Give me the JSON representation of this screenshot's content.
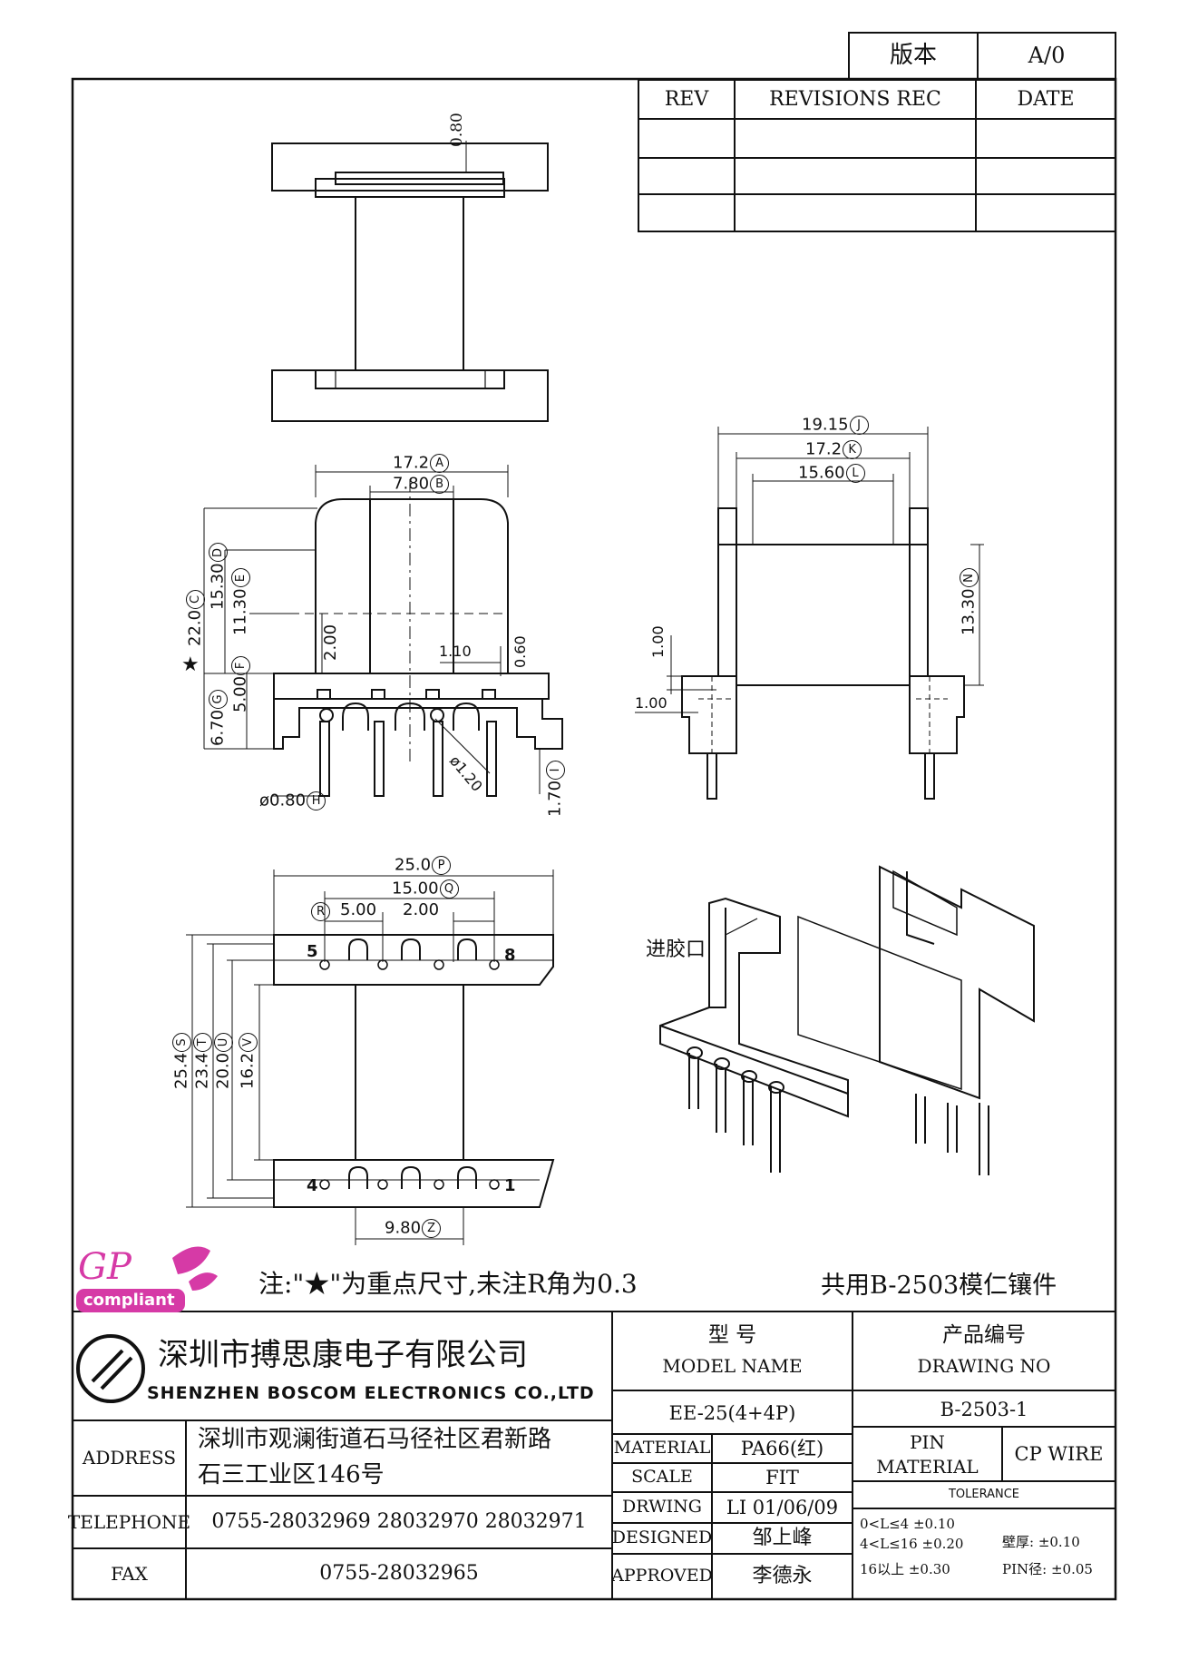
{
  "version_box": {
    "label": "版本",
    "value": "A/0"
  },
  "revision_table": {
    "headers": [
      "REV",
      "REVISIONS REC",
      "DATE"
    ],
    "rows": [
      [
        "",
        "",
        ""
      ],
      [
        "",
        "",
        ""
      ],
      [
        "",
        "",
        ""
      ]
    ]
  },
  "dimensions": {
    "top_view_thickness": "0.80",
    "front": {
      "A": "17.2",
      "B": "7.80",
      "C": "22.0",
      "D": "15.30",
      "E": "11.30",
      "F": "5.00",
      "G": "6.70",
      "H": "ø0.80",
      "I": "1.70",
      "flange_2": "2.00",
      "slot_110": "1.10",
      "slot_060": "0.60",
      "pin_hole": "ø1.20",
      "star": "★"
    },
    "side": {
      "J": "19.15",
      "K": "17.2",
      "L": "15.60",
      "N": "13.30",
      "d1": "1.00",
      "d2": "1.00"
    },
    "bottom": {
      "P": "25.0",
      "Q": "15.00",
      "R_label": "R",
      "pitch_5": "5.00",
      "pitch_2": "2.00",
      "S": "25.4",
      "T": "23.4",
      "U": "20.0",
      "V": "16.2",
      "Z": "9.80",
      "pins": [
        "5",
        "8",
        "4",
        "1"
      ]
    },
    "circle_letters": [
      "A",
      "B",
      "C",
      "D",
      "E",
      "F",
      "G",
      "H",
      "I",
      "J",
      "K",
      "L",
      "N",
      "P",
      "Q",
      "R",
      "S",
      "T",
      "U",
      "V",
      "Z"
    ]
  },
  "iso_label": "进胶口",
  "logo": {
    "top": "GP",
    "bottom": "compliant"
  },
  "note": "注:\"★\"为重点尺寸,未注R角为0.3",
  "shared_insert": "共用B-2503模仁镶件",
  "company": {
    "cn": "深圳市搏思康电子有限公司",
    "en": "SHENZHEN BOSCOM ELECTRONICS CO.,LTD"
  },
  "info": {
    "address_label": "ADDRESS",
    "address_line1": "深圳市观澜街道石马径社区君新路",
    "address_line2": "石三工业区146号",
    "telephone_label": "TELEPHONE",
    "telephone": "0755-28032969 28032970 28032971",
    "fax_label": "FAX",
    "fax": "0755-28032965"
  },
  "model": {
    "label_cn": "型    号",
    "label_en": "MODEL NAME",
    "value": "EE-25(4+4P)"
  },
  "drawing": {
    "label_cn": "产品编号",
    "label_en": "DRAWING NO",
    "value": "B-2503-1"
  },
  "details": {
    "material_label": "MATERIAL",
    "material": "PA66(红)",
    "scale_label": "SCALE",
    "scale": "FIT",
    "drwing_label": "DRWING",
    "drwing": "LI 01/06/09",
    "designed_label": "DESIGNED",
    "designed": "邹上峰",
    "approved_label": "APPROVED",
    "approved": "李德永"
  },
  "pin": {
    "label_line1": "PIN",
    "label_line2": "MATERIAL",
    "value": "CP WIRE"
  },
  "tolerance": {
    "label": "TOLERANCE",
    "row1": "0<L≤4  ±0.10",
    "row2": "4<L≤16 ±0.20",
    "row3": "16以上    ±0.30",
    "wall": "壁厚:  ±0.10",
    "pin": "PIN径: ±0.05"
  },
  "colors": {
    "line": "#111111",
    "logo": "#d63aa6"
  }
}
